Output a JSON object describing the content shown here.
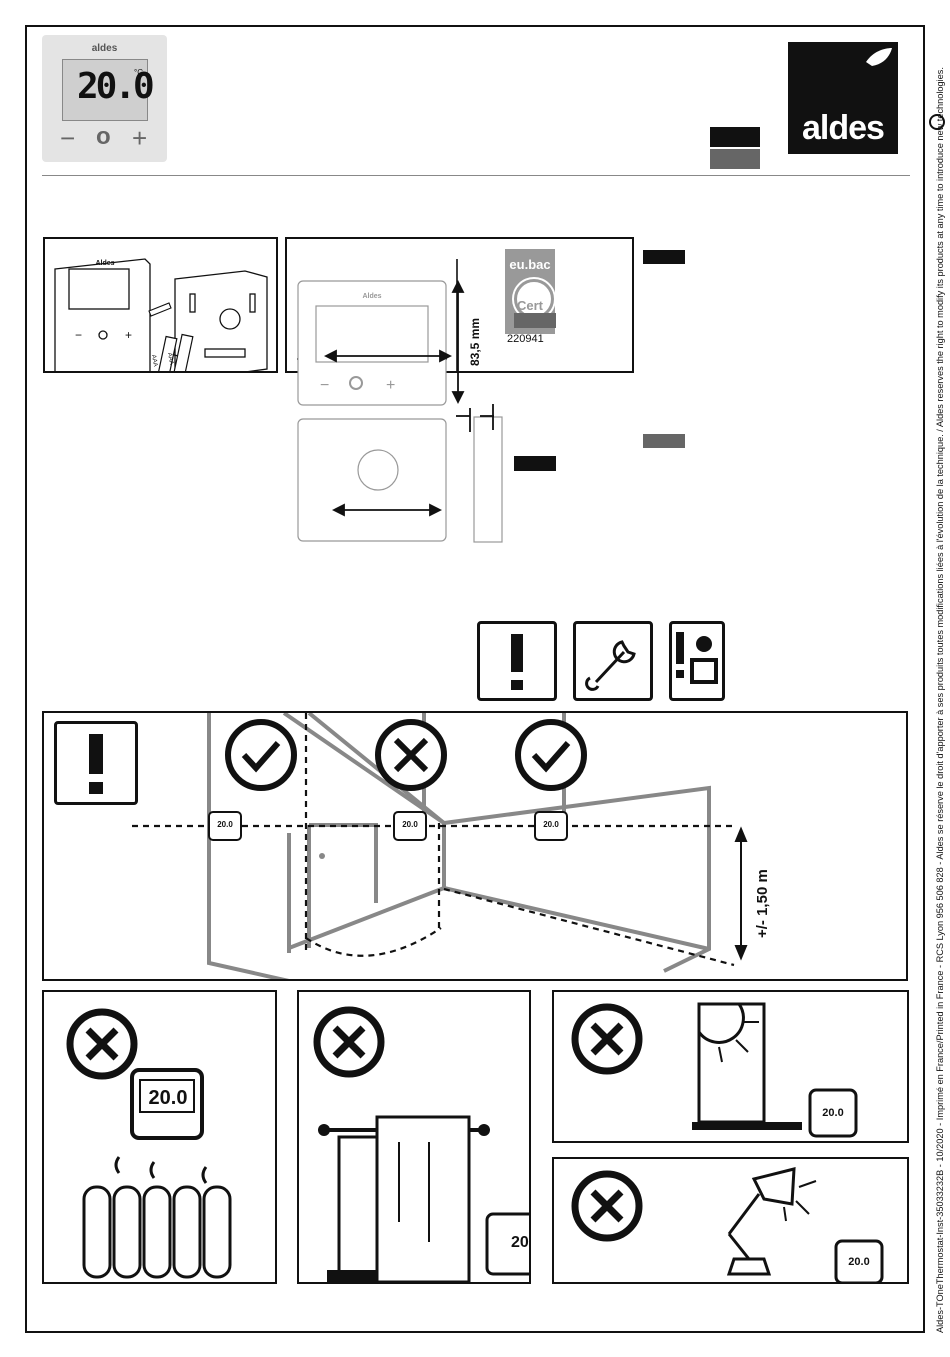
{
  "header": {
    "product_photo": {
      "brand": "aldes",
      "display_value": "20.0",
      "unit": "°C",
      "buttons": [
        "−",
        "o",
        "+"
      ]
    },
    "logo": {
      "text": "aldes"
    }
  },
  "cert": {
    "top": "eu.bac",
    "label": "Cert",
    "number": "220941"
  },
  "dimensions": {
    "height": "83,5 mm"
  },
  "install": {
    "height_label": "+/- 1,50 m"
  },
  "mini_display": "20.0",
  "battery_label": "AAA",
  "side_text": "Aldes-TOneThermostat-Inst-35033232B - 10/2020 - Imprimé en France/Printed in France - RCS Lyon 956 506 828 - Aldes se réserve le droit d'apporter à ses produits toutes modifications liées à l'évolution de la technique. / Aldes reserves the right to modify its products at any time to introduce new technologies.",
  "colors": {
    "black": "#111111",
    "gray": "#666666",
    "light_gray": "#999999"
  }
}
